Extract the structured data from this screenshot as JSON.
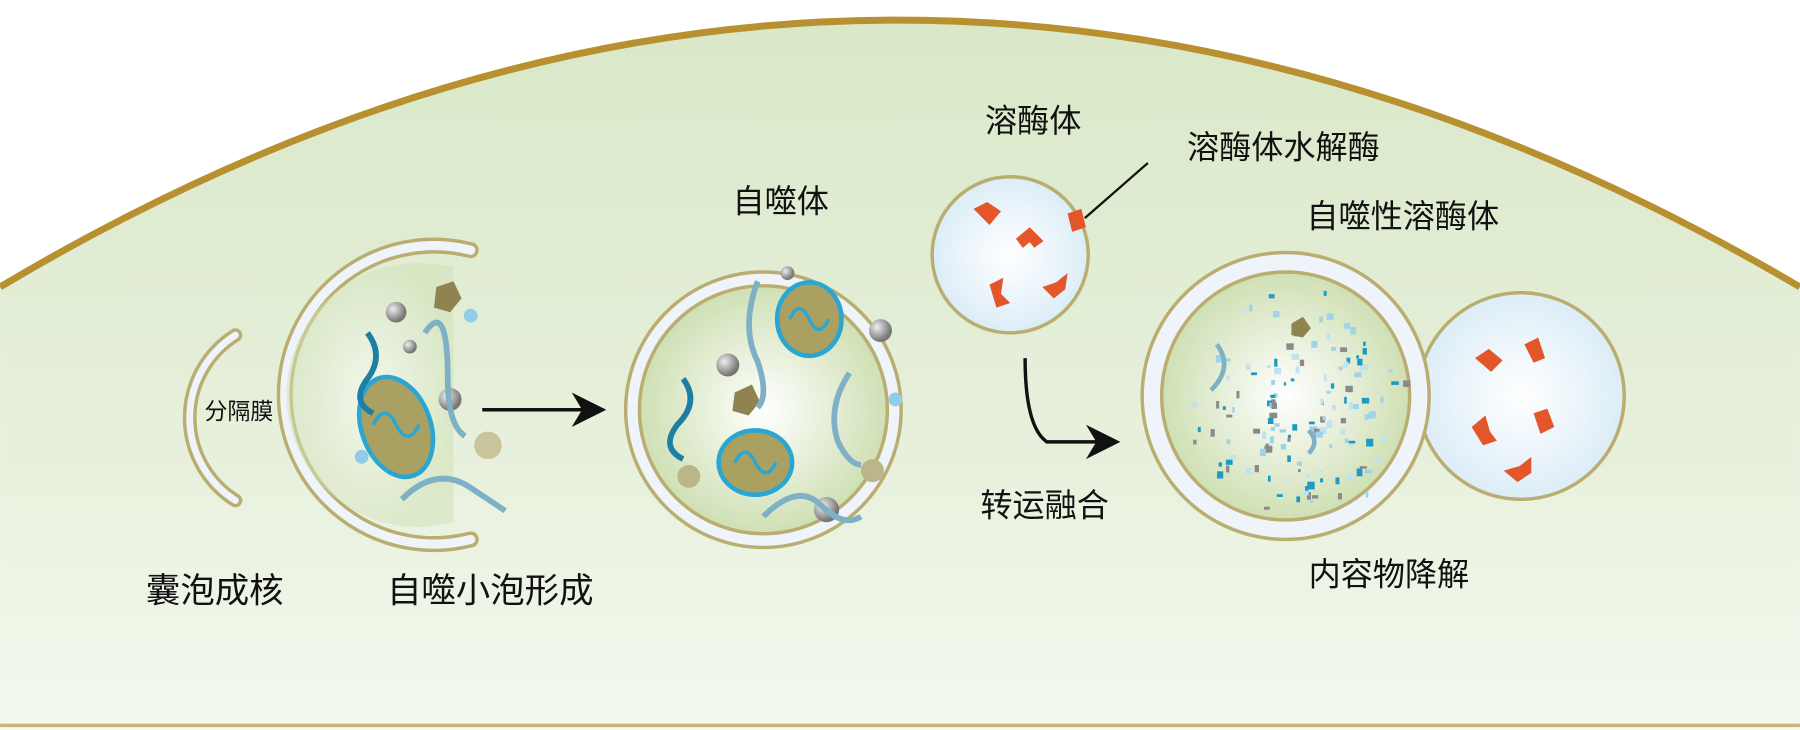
{
  "title": "自噬过程示意图",
  "labels": {
    "isolation_membrane": "分隔膜",
    "nucleation": "囊泡成核",
    "autophagosome_formation": "自噬小泡形成",
    "autophagosome": "自噬体",
    "lysosome": "溶酶体",
    "lysosomal_hydrolase": "溶酶体水解酶",
    "autolysosome": "自噬性溶酶体",
    "transport_fusion": "转运融合",
    "degradation": "内容物降解"
  },
  "colors": {
    "cell_border": "#b8902f",
    "membrane": "#b9ad6f",
    "cytoplasm": "#dfead0",
    "lysosome_fill": "#e6f3fa",
    "enzyme": "#e2562a",
    "mito": "#a9a062",
    "mito_edge": "#2aa6d2",
    "strand": "#5d97b0"
  }
}
